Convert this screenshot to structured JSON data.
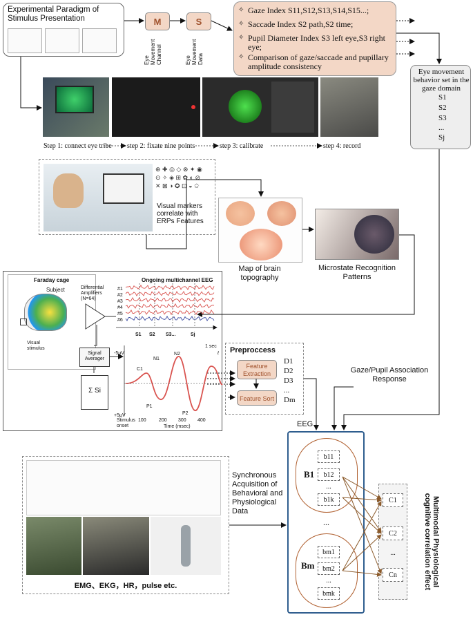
{
  "paradigm": {
    "title": "Experimental Paradigm of Stimulus Presentation"
  },
  "channels": {
    "m_label": "M",
    "m_text": "Eye Movement Channel",
    "s_label": "S",
    "s_text": "Eye Movement Data"
  },
  "indices": {
    "gaze": "Gaze Index S11,S12,S13,S14,S15...;",
    "saccade": "Saccade Index S2 path,S2 time;",
    "pupil": "Pupil Diameter Index S3 left eye,S3 right eye;",
    "compare": "Comparison of gaze/saccade and pupillary amplitude consistency"
  },
  "behavior_set": {
    "title": "Eye movement behavior set in the gaze domain",
    "items": [
      "S1",
      "S2",
      "S3",
      "...",
      "Sj"
    ]
  },
  "steps": {
    "s1": "Step 1: connect eye tribe",
    "s2": "step 2: fixate nine points",
    "s3": "step 3: calibrate",
    "s4": "step 4: record"
  },
  "visual_markers": "Visual markers correlate with ERPs Features",
  "brain_map": "Map of brain topography",
  "microstate": "Microstate Recognition Patterns",
  "eeg_panel": {
    "faraday": "Faraday cage",
    "ongoing": "Ongoing multichannel EEG",
    "subject": "Subject",
    "amplifiers": "Differential Amplifiers (N=64)",
    "visual_stimulus": "Visual stimulus",
    "signal_averager": "Signal Averager",
    "channels": [
      "#1",
      "#2",
      "#3",
      "#4",
      "#5",
      "#6"
    ],
    "markers": [
      "S1",
      "S2",
      "S3...",
      "Sj"
    ],
    "sec": "1 sec",
    "t": "t",
    "y_top": "-5μV",
    "y_bottom": "+5μV",
    "peaks": [
      "C1",
      "N1",
      "N2",
      "P1",
      "P2"
    ],
    "stim_onset": "Stimulus onset",
    "time_label": "Time (msec)",
    "ticks": [
      "100",
      "200",
      "300",
      "400"
    ],
    "sum": "Σ Si"
  },
  "preprocess": {
    "title": "Preproccess",
    "extraction": "Feature Extraction",
    "sort": "Feature Sort",
    "d_items": [
      "D1",
      "D2",
      "D3",
      "...",
      "Dm"
    ]
  },
  "gaze_pupil": "Gaze/Pupil Association Response",
  "eeg": {
    "title": "EEG",
    "b1": "B1",
    "bm": "Bm",
    "b1_items": [
      "b11",
      "b12",
      "...",
      "b1k"
    ],
    "bm_items": [
      "bm1",
      "bm2",
      "...",
      "bmk"
    ],
    "dots": "..."
  },
  "c_items": [
    "C1",
    "C2",
    "...",
    "Cn"
  ],
  "multimodal": "Multimodal Physiological cognitive correlation effect",
  "sync": "Synchronous Acquisition of Behavioral and Physiological Data",
  "emg": "EMG、EKG，HR，pulse etc.",
  "colors": {
    "accent": "#f3d7c6",
    "brown": "#8b5a2b",
    "blue": "#2e5d8e",
    "eeg_red": "#d9534f"
  }
}
